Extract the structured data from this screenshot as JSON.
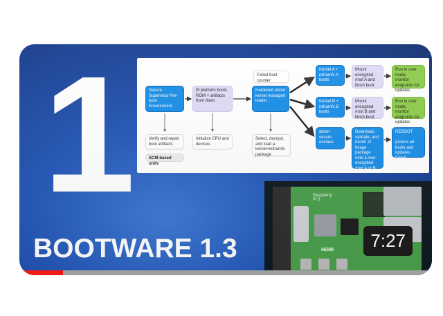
{
  "thumbnail": {
    "episode_number": "1",
    "title": "BOOTWARE 1.3",
    "duration": "7:27",
    "progress_fraction": 0.105,
    "colors": {
      "background": "#1f4ea8",
      "progress_played": "#ff1a1a",
      "progress_track": "#a9a9a9"
    }
  },
  "diagram": {
    "col1_main": "Secure Supervisor Pre-boot Environment",
    "col1_note1": "Verify and repair boot artifacts",
    "col1_note2": "SCM-based units",
    "col2_main": "Pi platform boots ROM + artifacts from /boot",
    "col2_note": "Initialize CPU and devices",
    "col3_top": "Failed boot counter",
    "col3_main": "Hardened uboot kernel manager/ loader",
    "col3_note": "Select, decrypt, and load a kernel+initramfs package",
    "kernel_a": "Kernel A + initramfs A boots",
    "kernel_b": "Kernel B + initramfs B boots",
    "abort": "about secure enclave",
    "mount_a": "Mount encrypted /root A and finish boot",
    "mount_b": "Mount encrypted /root B and finish boot",
    "download": "Download, validate, and install .zl image package onto a new encrypted /root A or B",
    "run_a": "Run in user mode, monitor endpoints for updates",
    "run_b": "Run in user mode, monitor endpoints for updates",
    "reboot": "REBOOT\n\n(unless all boots and updates failed)"
  },
  "board": {
    "brand_label": "Raspberry Pi 5",
    "port_label": "HDMI"
  }
}
